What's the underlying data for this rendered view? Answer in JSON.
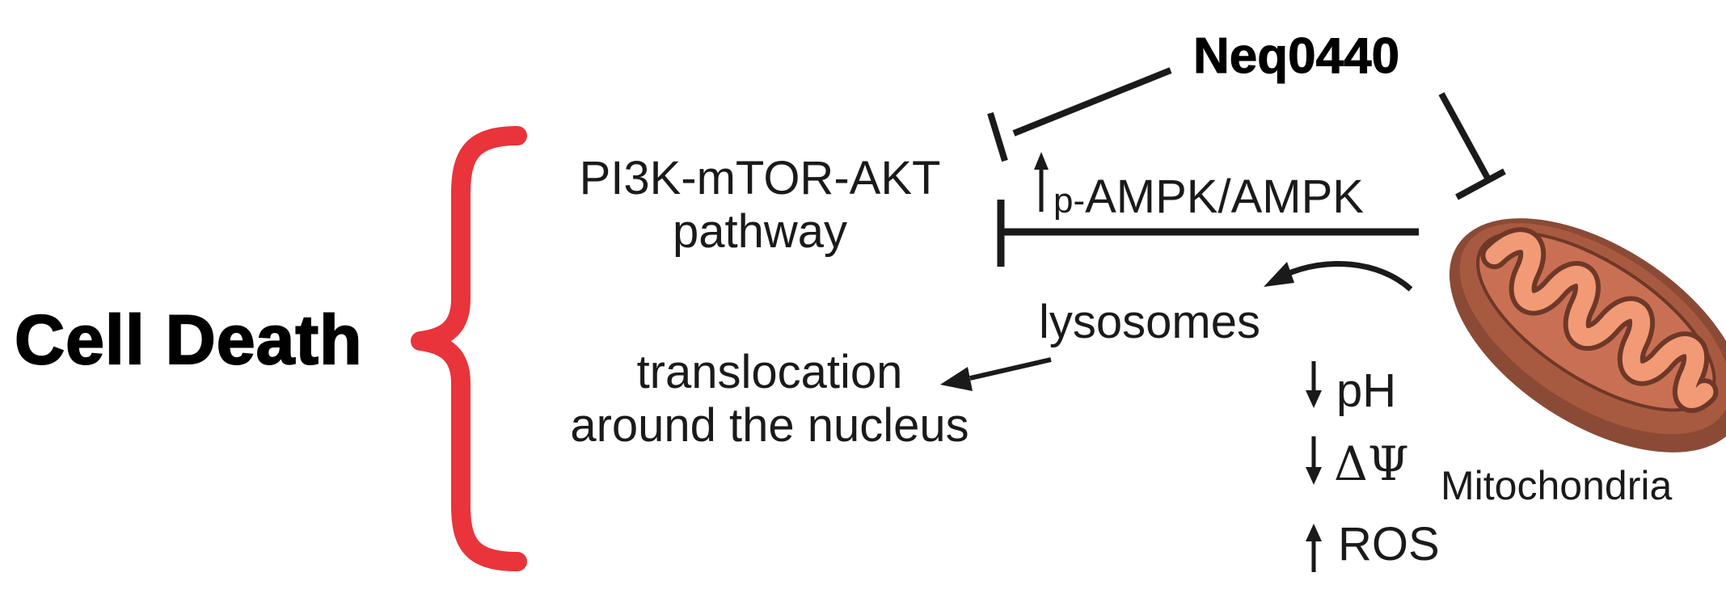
{
  "diagram": {
    "cell_death": "Cell Death",
    "drug": "Neq0440",
    "pathway_line1": "PI3K-mTOR-AKT",
    "pathway_line2": "pathway",
    "ampk_prefix": "p-",
    "ampk_text": "AMPK/AMPK",
    "lysosomes": "lysosomes",
    "translocation_line1": "translocation",
    "translocation_line2": "around the nucleus",
    "ph": "pH",
    "delta_psi": "ΔΨ",
    "ros": "ROS",
    "mitochondria": "Mitochondria"
  },
  "colors": {
    "brace": "#e8343a",
    "line": "#1a1a1a",
    "mito_outer": "#8b4a36",
    "mito_inner": "#d9805f",
    "mito_cristae": "#f29a75"
  }
}
